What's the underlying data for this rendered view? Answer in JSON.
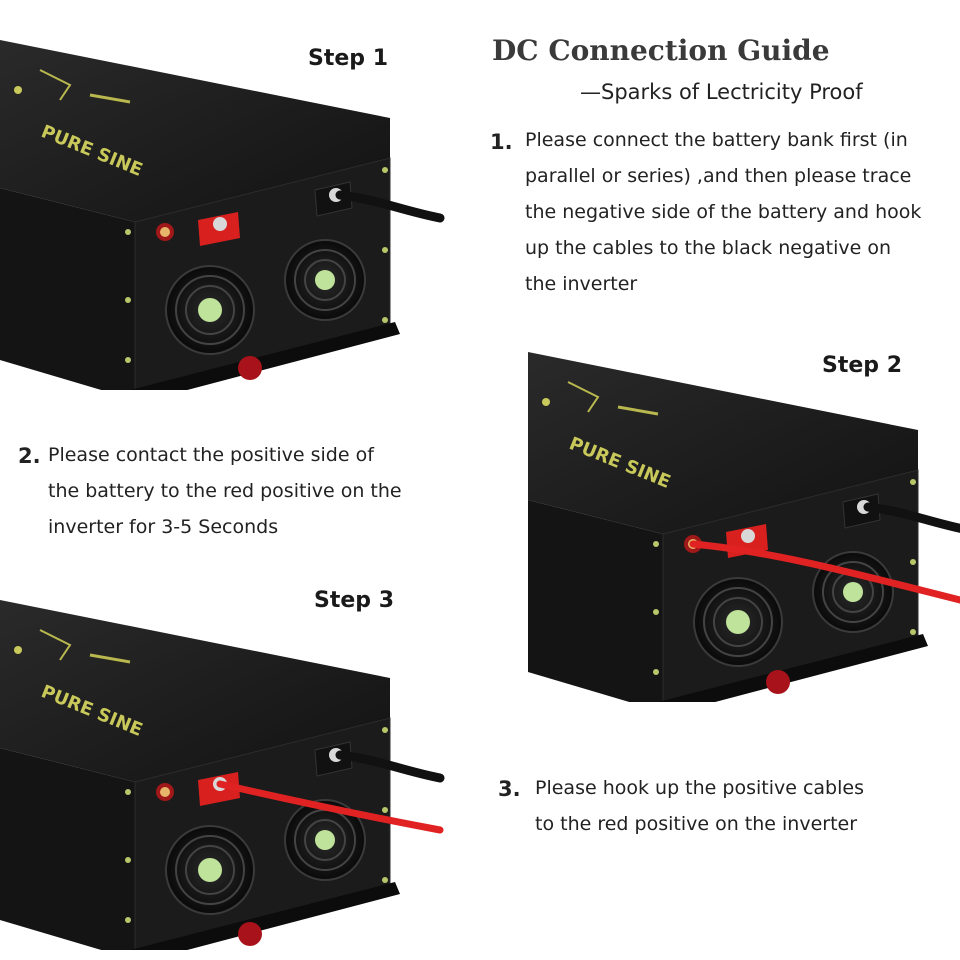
{
  "guide": {
    "title": "DC Connection Guide",
    "subtitle": "Sparks of Lectricity  Proof"
  },
  "steps": [
    {
      "label": "Step 1",
      "number": "1.",
      "lines": [
        "Please connect the battery bank first (in",
        "parallel or series) ,and then please trace",
        "the negative side of the battery and hook",
        "up the cables to the black negative on",
        "the inverter"
      ]
    },
    {
      "label": "Step 2",
      "number": "2.",
      "lines": [
        "Please contact the positive side of",
        "the battery to the red positive on the",
        "inverter for 3-5 Seconds"
      ]
    },
    {
      "label": "Step 3",
      "number": "3.",
      "lines": [
        "Please hook up  the positive cables",
        "to the red positive on the inverter"
      ]
    }
  ],
  "device": {
    "brand_text": "PURE SINE",
    "body_color": "#1d1d1d",
    "red_terminal_color": "#d8201f",
    "cable_red": "#e02222",
    "cable_black": "#111111",
    "fan_hub_color": "#bfe39a",
    "screw_color": "#b7c86b"
  }
}
